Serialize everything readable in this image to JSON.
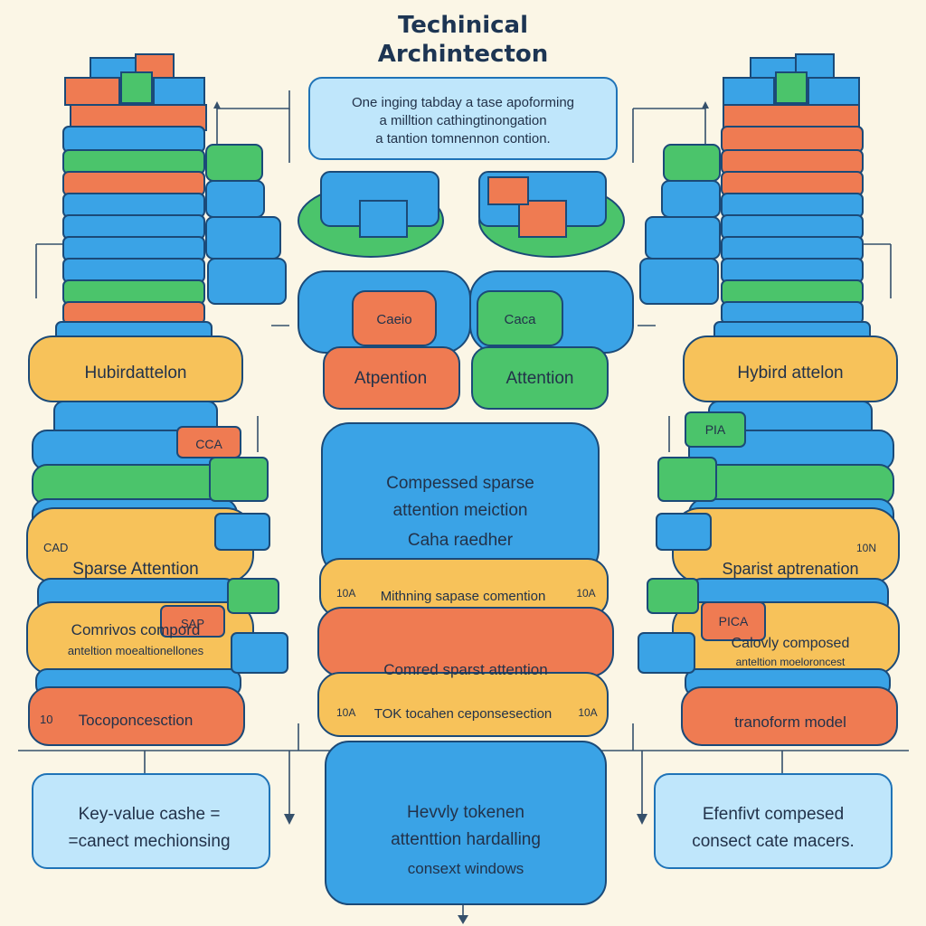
{
  "title": {
    "line1": "Techinical",
    "line2": "Archintecton"
  },
  "top_note": {
    "line1": "One inging tabday a tase apoforming",
    "line2": "a milltion cathingtinongation",
    "line3": "a tantion tomnennon contion."
  },
  "center": {
    "left_cache": "Caeio",
    "right_cache": "Caca",
    "left_attention": "Atpention",
    "right_attention": "Attention",
    "main_box": {
      "line1": "Compessed sparse",
      "line2": "attention meiction",
      "line3": "Caha raedher"
    },
    "band1": "Mithning sapase comention",
    "band1_left": "10A",
    "band1_right": "10A",
    "band2": "Comred sparst attention",
    "band3": "TOK tocahen ceponsesection",
    "band3_left": "10A",
    "band3_right": "10A",
    "bottom_box": {
      "line1": "Hevvly tokenen",
      "line2": "attenttion hardalling",
      "line3": "consext windows"
    }
  },
  "left_tower": {
    "hybrid_label": "Hubirdattelon",
    "tag_top": "CCA",
    "sparse_label_small": "CAD",
    "sparse_label": "Sparse Attention",
    "tag_mid": "SAP",
    "compound_line1": "Comrivos compord",
    "compound_line2": "anteltion moealtionellones",
    "bottom_label": "Tocoponcesction",
    "bottom_small": "10"
  },
  "right_tower": {
    "hybrid_label": "Hybird attelon",
    "tag_top": "PIA",
    "sparse_small": "10N",
    "sparse_label": "Sparist aptrenation",
    "tag_mid": "PICA",
    "compound_line1": "Calovly composed",
    "compound_line2": "anteltion moeloroncest",
    "bottom_label": "tranoform model"
  },
  "bottom_left_box": {
    "line1": "Key-value cashe =",
    "line2": "=canect mechionsing"
  },
  "bottom_right_box": {
    "line1": "Efenfivt compesed",
    "line2": "consect cate macers."
  },
  "colors": {
    "blue": "#3aa3e6",
    "blue_dark": "#1f73b7",
    "green": "#4bc46b",
    "orange": "#ef7b52",
    "yellow": "#f7c25a",
    "light_blue_box": "#bfe6fb",
    "background": "#fbf6e6"
  }
}
